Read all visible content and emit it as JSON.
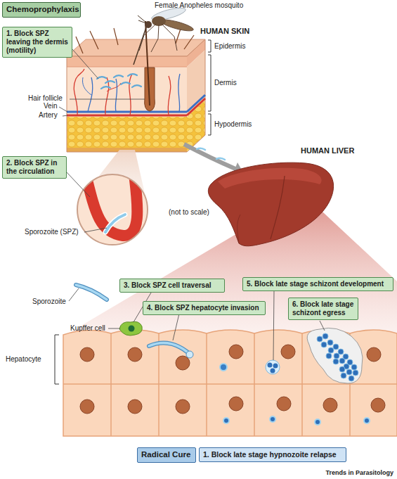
{
  "diagram": {
    "nodes": [
      {
        "text": [
          "Chemoprophylaxis"
        ]
      },
      {
        "text": [
          "1. Block SPZ leaving the dermis (motility)"
        ]
      },
      {
        "text": [
          "2. Block SPZ in the circulation"
        ]
      },
      {
        "text": [
          "3. Block SPZ cell traversal"
        ]
      },
      {
        "text": [
          "5. Block late stage schizont development"
        ]
      },
      {
        "text": [
          "4. Block SPZ hepatocyte invasion"
        ]
      },
      {
        "text": [
          "6. Block late stage schizont egress"
        ]
      },
      {
        "text": [
          "Radical Cure"
        ]
      },
      {
        "text": [
          "1. Block late stage hypnozoite relapse"
        ]
      }
    ],
    "labels": [
      "Female Anopheles mosquito",
      "HUMAN SKIN",
      "Epidermis",
      "Dermis",
      "Hypodermis",
      "Hair follicle",
      "Vein",
      "Artery",
      "Sporozoite (SPZ)",
      "HUMAN LIVER",
      "(not to scale)",
      "Sporozoite",
      "Kupffer cell",
      "Hepatocyte",
      "Trends in Parasitology"
    ]
  }
}
